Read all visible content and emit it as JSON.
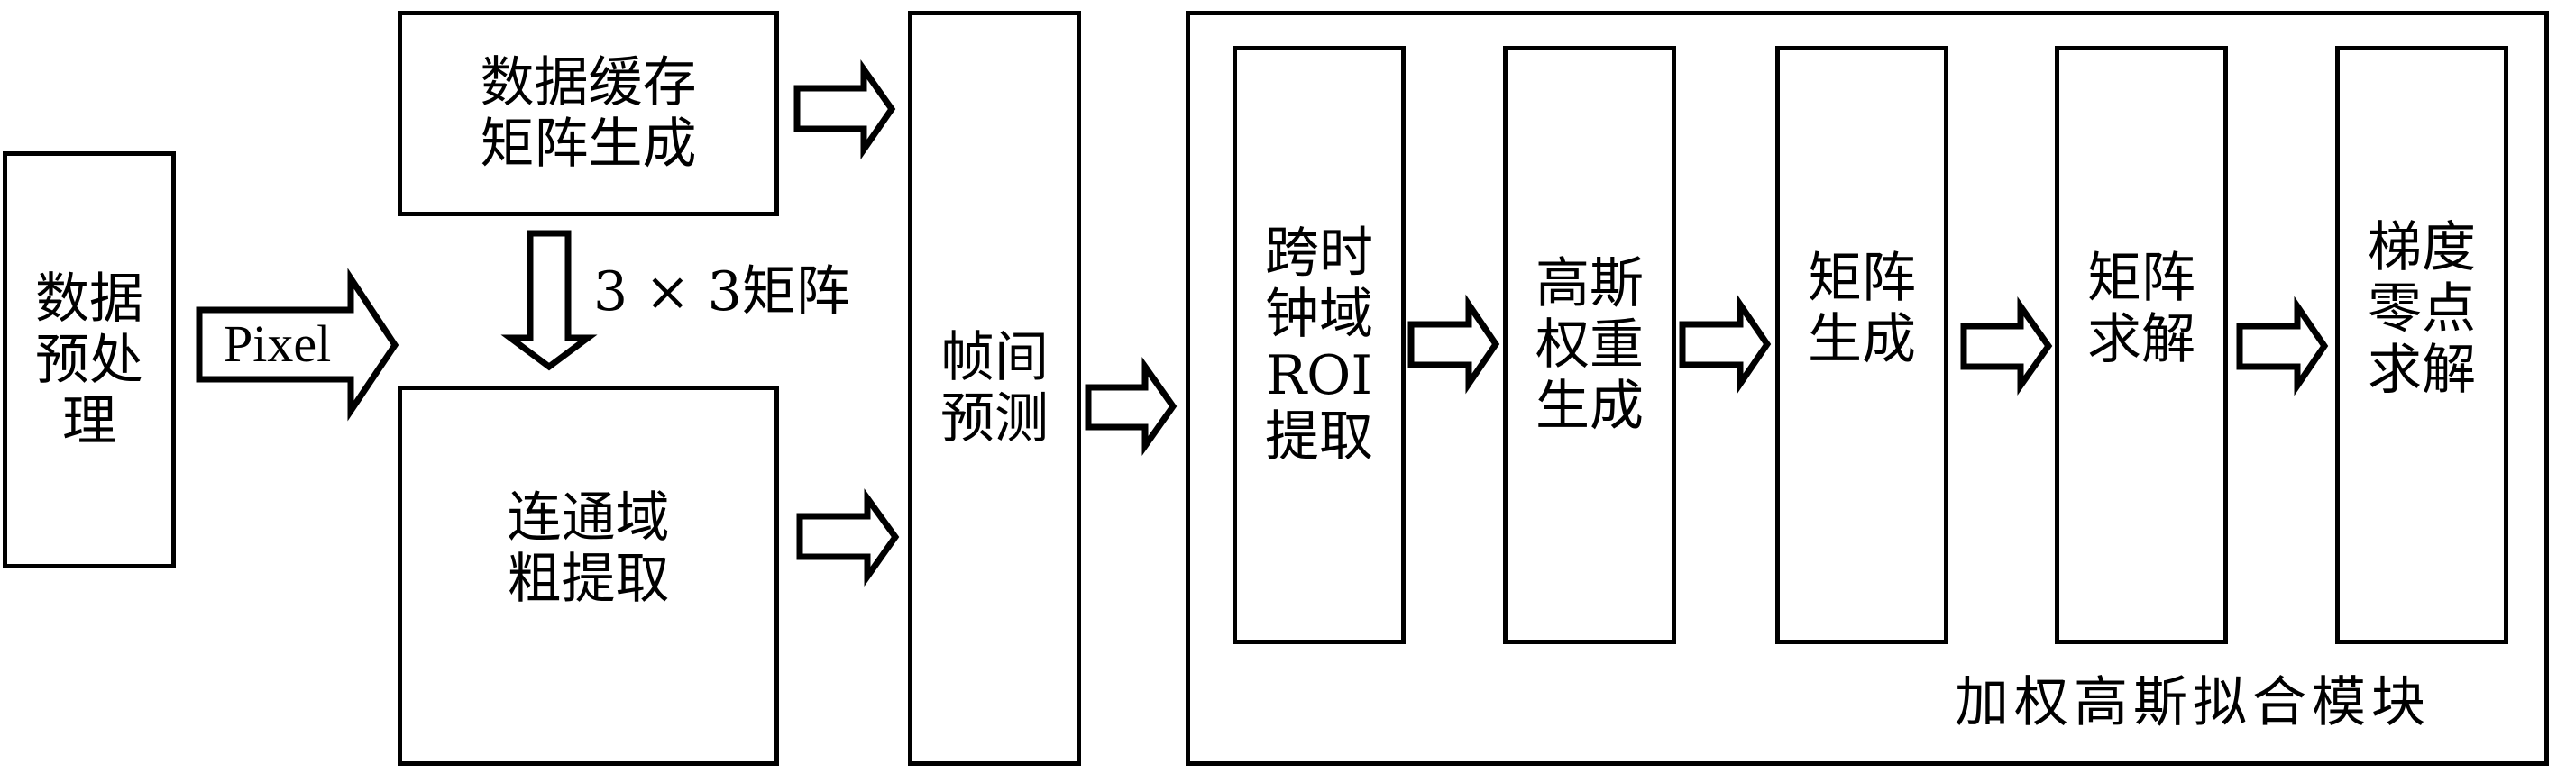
{
  "diagram": {
    "preprocess": {
      "label": "数据\n预处\n理"
    },
    "pixel_arrow": {
      "label": "Pixel"
    },
    "buffer_matrix": {
      "label": "数据缓存\n矩阵生成"
    },
    "matrix_arrow": {
      "label": "3 × 3矩阵"
    },
    "connected_region": {
      "label": "连通域\n粗提取"
    },
    "interframe_prediction": {
      "label": "帧间\n预测"
    },
    "module": {
      "title": "加权高斯拟合模块",
      "steps": [
        {
          "label": "跨时\n钟域\nROI\n提取"
        },
        {
          "label": "高斯\n权重\n生成"
        },
        {
          "label": "矩阵\n生成"
        },
        {
          "label": "矩阵\n求解"
        },
        {
          "label": "梯度\n零点\n求解"
        }
      ]
    }
  }
}
